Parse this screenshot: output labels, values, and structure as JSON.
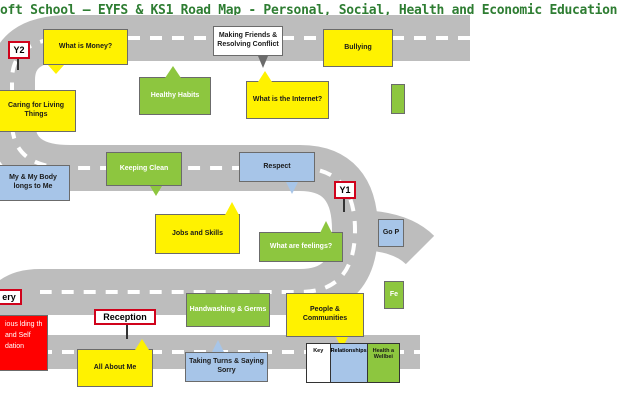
{
  "title": "oft School – EYFS & KS1 Road Map - Personal, Social, Health and Economic Education",
  "signs": {
    "y2": "Y2",
    "y1": "Y1",
    "reception": "Reception",
    "nursery": "ery"
  },
  "bubbles": {
    "what_is_money": "What is Money?",
    "making_friends": "Making Friends & Resolving Conflict",
    "bullying": "Bullying",
    "healthy_habits": "Healthy Habits",
    "what_is_internet": "What is the Internet?",
    "caring_living_things": "Caring for Living Things",
    "me_and_my_body": "My & My Body longs to Me",
    "keeping_clean": "Keeping Clean",
    "respect": "Respect",
    "jobs_and_skills": "Jobs and Skills",
    "what_are_feelings": "What are feelings?",
    "right_edge_blue": "Go P",
    "right_edge_green": "Fe",
    "handwashing": "Handwashing & Germs",
    "people_communities": "People & Communities",
    "all_about_me": "All About Me",
    "taking_turns": "Taking Turns & Saying Sorry",
    "red_box": "ious lding th and Self dation"
  },
  "key": {
    "label": "Key",
    "relationships": "Relationships",
    "health": "Health a Wellbei"
  },
  "colors": {
    "yellow": "#fff200",
    "green": "#8dc63f",
    "blue": "#a7c5e8",
    "road": "#bdbdbd",
    "title": "#2e7d32"
  }
}
